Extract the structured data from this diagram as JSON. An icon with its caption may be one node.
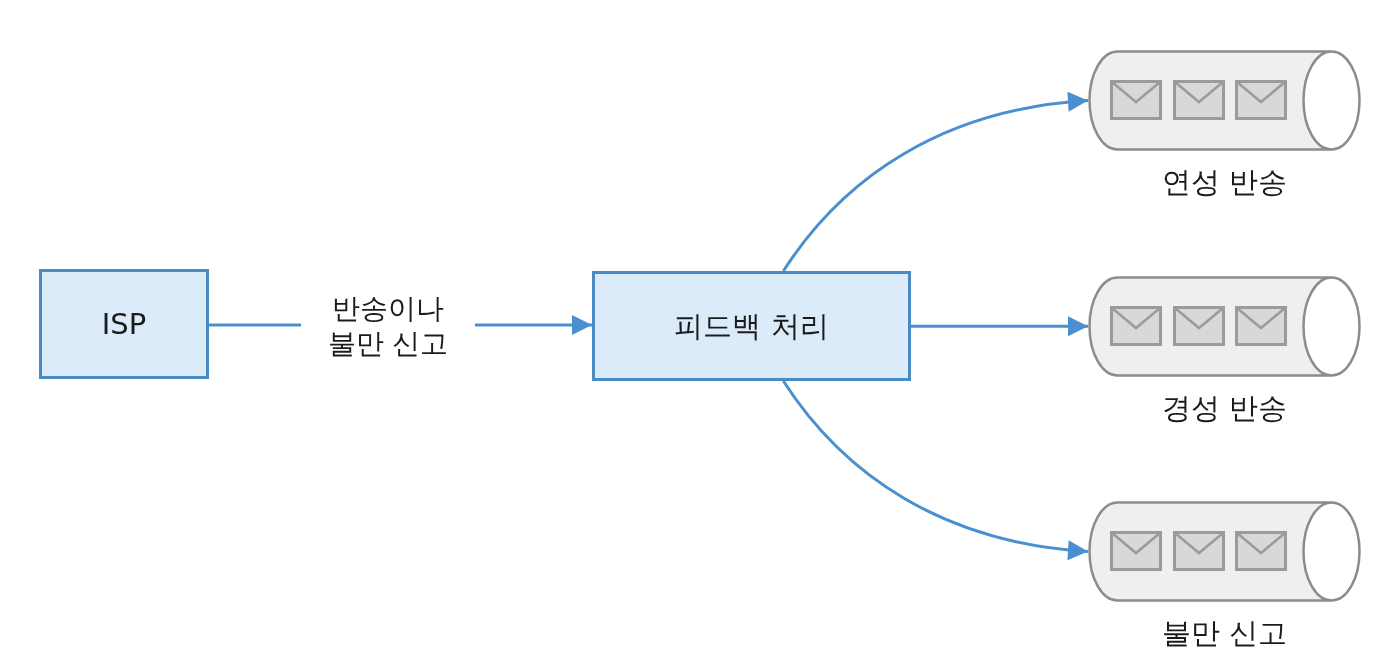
{
  "diagram": {
    "nodes": [
      {
        "text": [
          "ISP"
        ]
      },
      {
        "text": [
          "피드백 처리"
        ]
      },
      {
        "text": [],
        "shape": "cylinder",
        "beside": [
          "연성 반송"
        ]
      },
      {
        "text": [],
        "shape": "cylinder",
        "beside": [
          "경성 반송"
        ]
      },
      {
        "text": [],
        "shape": "cylinder",
        "beside": [
          "불만 신고"
        ]
      }
    ],
    "edges": [
      {
        "from": 0,
        "to": 1,
        "arrow": "to",
        "label": "반송이나 불만 신고"
      },
      {
        "from": 1,
        "to": 2,
        "arrow": "to"
      },
      {
        "from": 1,
        "to": 3,
        "arrow": "to"
      },
      {
        "from": 1,
        "to": 4,
        "arrow": "to"
      }
    ]
  }
}
